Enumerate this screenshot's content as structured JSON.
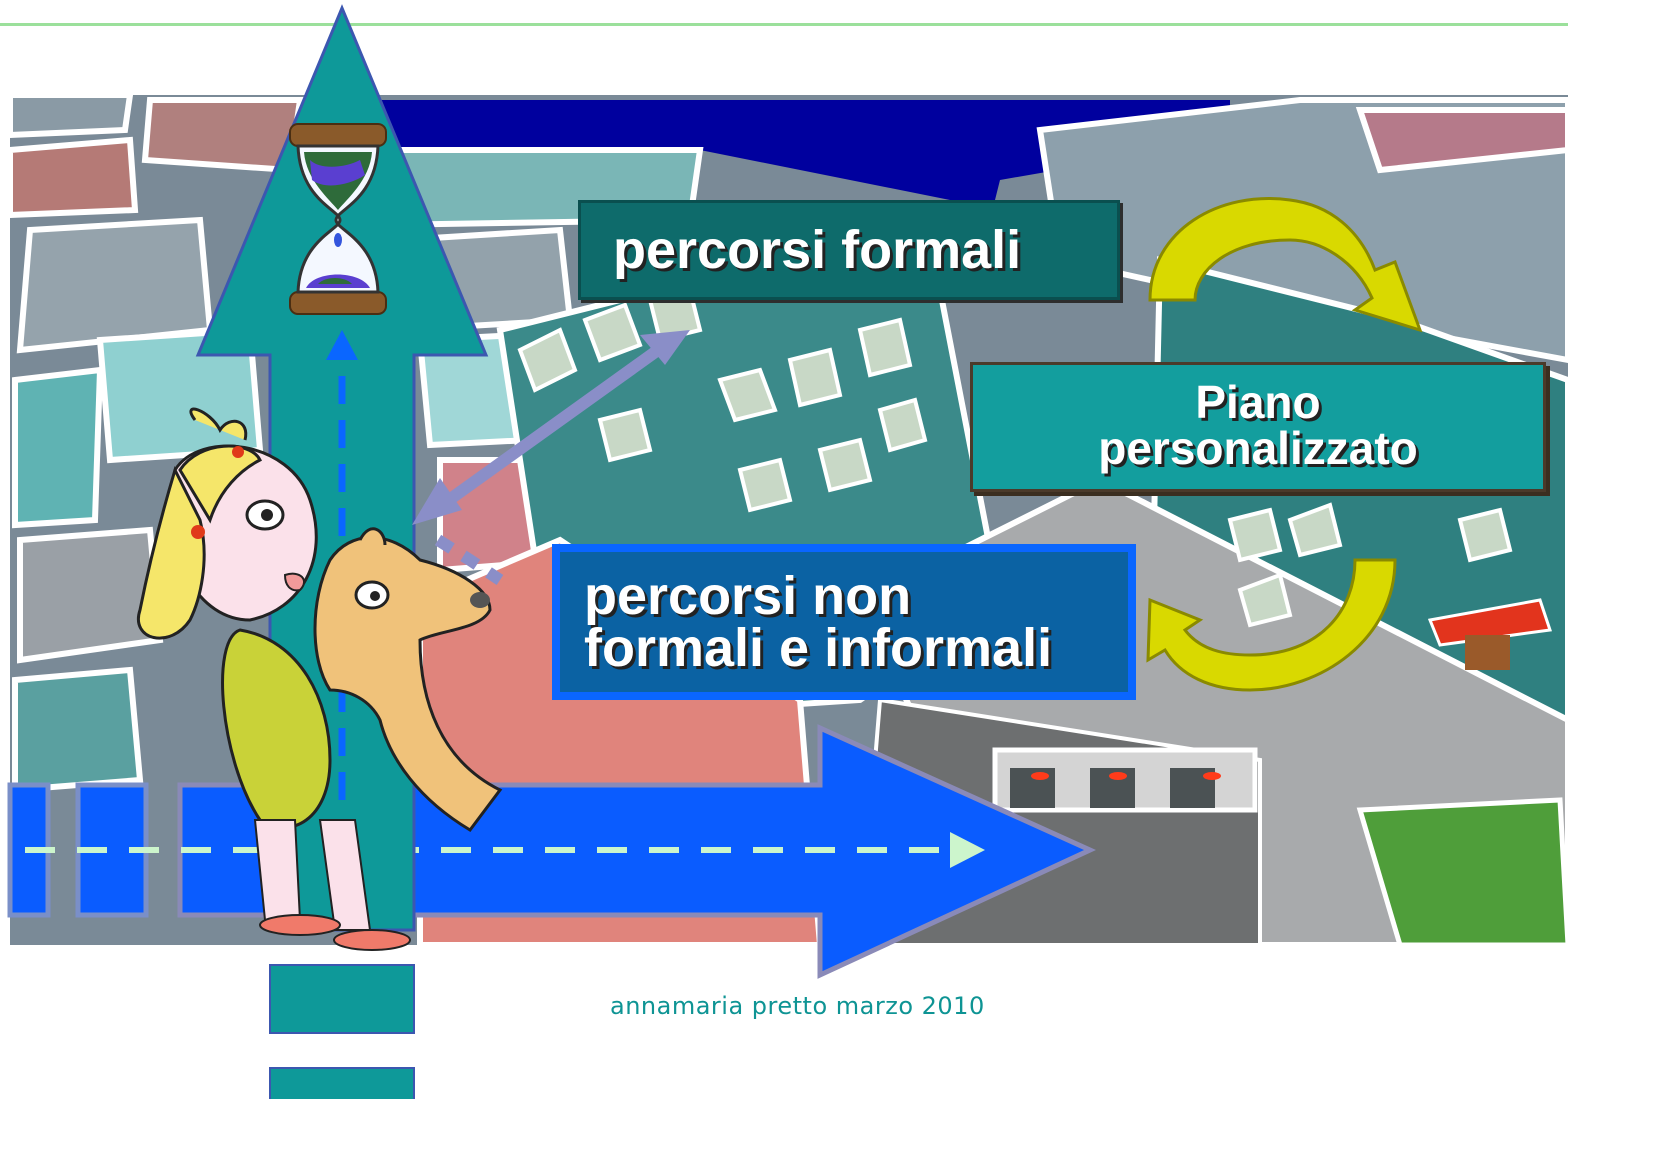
{
  "slide": {
    "labels": {
      "formal_paths": "percorsi formali",
      "personal_plan_line1": "Piano",
      "personal_plan_line2": "personalizzato",
      "nonformal_line1": "percorsi non",
      "nonformal_line2": "formali e informali"
    },
    "footer": "annamaria pretto marzo 2010",
    "icons": [
      "hourglass-icon",
      "cycle-arrows-icon",
      "girl-with-dog-illustration",
      "city-mosaic-background"
    ],
    "colors": {
      "vertical_arrow": "#0e9999",
      "horizontal_arrow": "#0a5cff",
      "formal_box": "#0e6b6b",
      "plan_box": "#139e9e",
      "nonformal_box": "#0b62a3",
      "cycle_arrows": "#d9d900",
      "footer_text": "#0e9494"
    }
  }
}
